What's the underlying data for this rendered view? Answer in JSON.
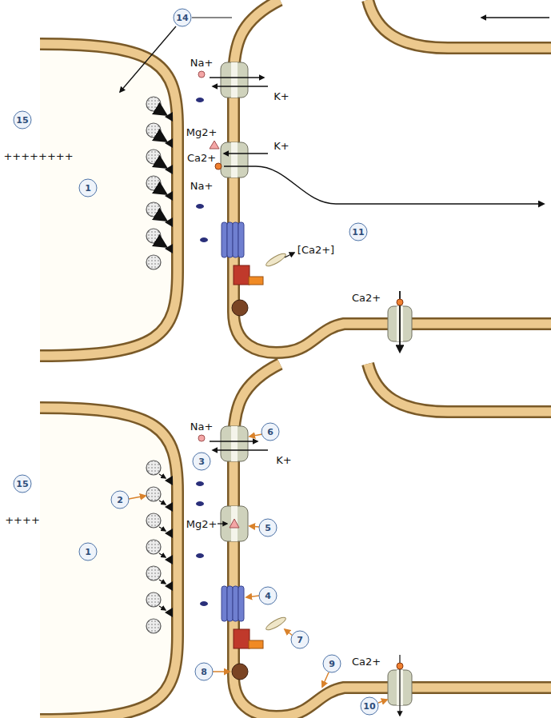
{
  "diagram": {
    "labels": [
      "14",
      "15",
      "++++++++",
      "1",
      "Na+",
      "Mg2+",
      "Ca2+",
      "Na+",
      "K+",
      "K+",
      "11",
      "[Ca2+]",
      "Ca2+",
      "15",
      "++++",
      "1",
      "2",
      "3",
      "Na+",
      "K+",
      "6",
      "Mg2+",
      "5",
      "4",
      "7",
      "8",
      "9",
      "10",
      "Ca2+"
    ]
  }
}
